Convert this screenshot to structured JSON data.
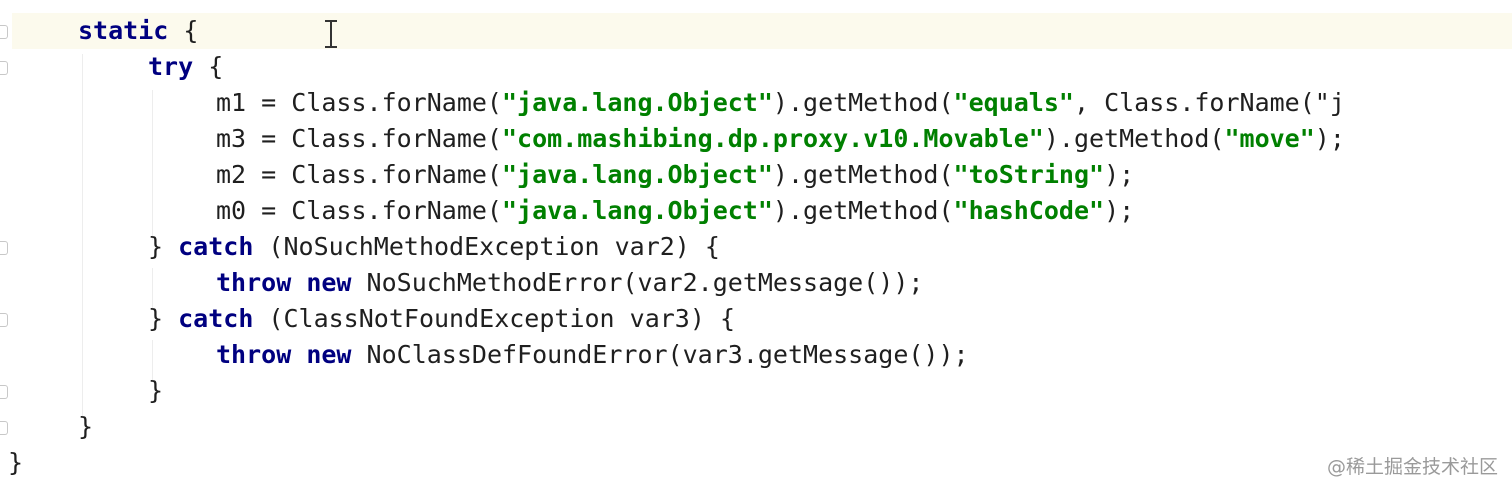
{
  "editor": {
    "lines": [
      {
        "indent": 78,
        "tokens": [
          {
            "t": "static",
            "c": "kw"
          },
          {
            "t": " {",
            "c": "plain"
          }
        ]
      },
      {
        "indent": 148,
        "tokens": [
          {
            "t": "try",
            "c": "kw"
          },
          {
            "t": " {",
            "c": "plain"
          }
        ]
      },
      {
        "indent": 216,
        "tokens": [
          {
            "t": "m1 = Class.forName(",
            "c": "plain"
          },
          {
            "t": "\"java.lang.Object\"",
            "c": "str"
          },
          {
            "t": ").getMethod(",
            "c": "plain"
          },
          {
            "t": "\"equals\"",
            "c": "str"
          },
          {
            "t": ", Class.forName(\"j",
            "c": "plain"
          }
        ]
      },
      {
        "indent": 216,
        "tokens": [
          {
            "t": "m3 = Class.forName(",
            "c": "plain"
          },
          {
            "t": "\"com.mashibing.dp.proxy.v10.Movable\"",
            "c": "str"
          },
          {
            "t": ").getMethod(",
            "c": "plain"
          },
          {
            "t": "\"move\"",
            "c": "str"
          },
          {
            "t": ");",
            "c": "plain"
          }
        ]
      },
      {
        "indent": 216,
        "tokens": [
          {
            "t": "m2 = Class.forName(",
            "c": "plain"
          },
          {
            "t": "\"java.lang.Object\"",
            "c": "str"
          },
          {
            "t": ").getMethod(",
            "c": "plain"
          },
          {
            "t": "\"toString\"",
            "c": "str"
          },
          {
            "t": ");",
            "c": "plain"
          }
        ]
      },
      {
        "indent": 216,
        "tokens": [
          {
            "t": "m0 = Class.forName(",
            "c": "plain"
          },
          {
            "t": "\"java.lang.Object\"",
            "c": "str"
          },
          {
            "t": ").getMethod(",
            "c": "plain"
          },
          {
            "t": "\"hashCode\"",
            "c": "str"
          },
          {
            "t": ");",
            "c": "plain"
          }
        ]
      },
      {
        "indent": 148,
        "tokens": [
          {
            "t": "} ",
            "c": "plain"
          },
          {
            "t": "catch",
            "c": "kw"
          },
          {
            "t": " (NoSuchMethodException var2) {",
            "c": "plain"
          }
        ]
      },
      {
        "indent": 216,
        "tokens": [
          {
            "t": "throw",
            "c": "kw"
          },
          {
            "t": " ",
            "c": "plain"
          },
          {
            "t": "new",
            "c": "kw"
          },
          {
            "t": " NoSuchMethodError(var2.getMessage());",
            "c": "plain"
          }
        ]
      },
      {
        "indent": 148,
        "tokens": [
          {
            "t": "} ",
            "c": "plain"
          },
          {
            "t": "catch",
            "c": "kw"
          },
          {
            "t": " (ClassNotFoundException var3) {",
            "c": "plain"
          }
        ]
      },
      {
        "indent": 216,
        "tokens": [
          {
            "t": "throw",
            "c": "kw"
          },
          {
            "t": " ",
            "c": "plain"
          },
          {
            "t": "new",
            "c": "kw"
          },
          {
            "t": " NoClassDefFoundError(var3.getMessage());",
            "c": "plain"
          }
        ]
      },
      {
        "indent": 148,
        "tokens": [
          {
            "t": "}",
            "c": "plain"
          }
        ]
      },
      {
        "indent": 78,
        "tokens": [
          {
            "t": "}",
            "c": "plain"
          }
        ]
      },
      {
        "indent": 8,
        "tokens": [
          {
            "t": "}",
            "c": "plain"
          }
        ]
      }
    ],
    "fold_marker_rows": [
      0,
      1,
      6,
      8,
      10,
      11
    ],
    "colors": {
      "keyword": "#000080",
      "string": "#008000",
      "text": "#1f1f1f",
      "current_line": "#fcfaed"
    }
  },
  "watermark": {
    "text": "@稀土掘金技术社区"
  }
}
